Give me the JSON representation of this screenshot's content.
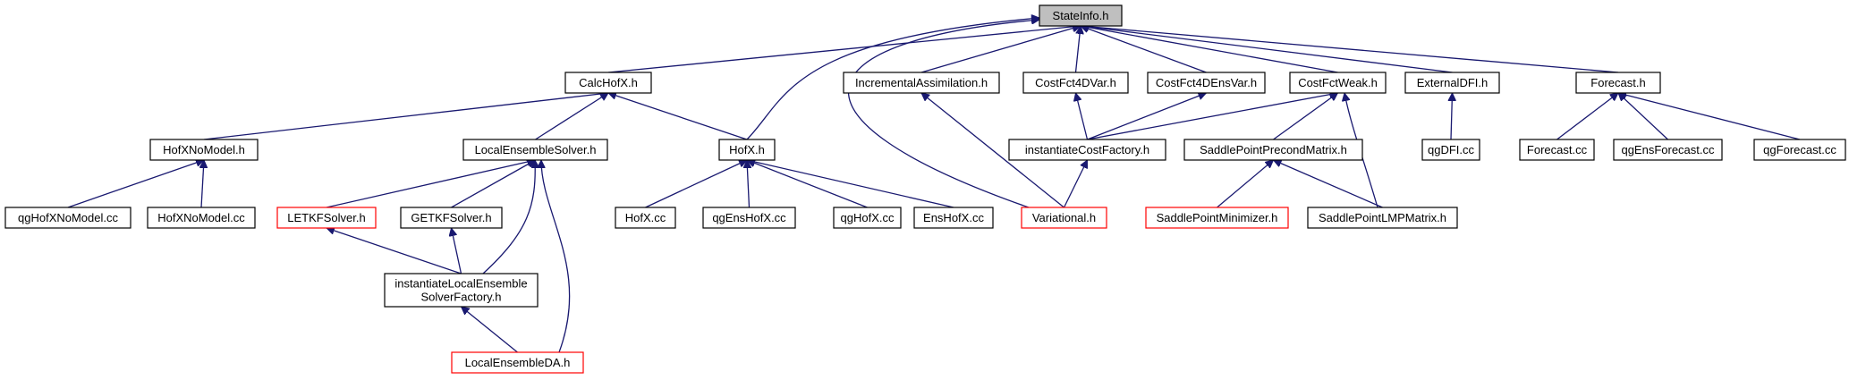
{
  "colors": {
    "edge": "#191970",
    "node_border_default": "#000000",
    "node_border_incomplete": "#ff0000",
    "root_fill": "#bfbfbf",
    "node_fill": "#ffffff"
  },
  "nodes": [
    {
      "id": "stateinfo",
      "lines": [
        "StateInfo.h"
      ],
      "style": "root"
    },
    {
      "id": "calchofx",
      "lines": [
        "CalcHofX.h"
      ],
      "style": "normal"
    },
    {
      "id": "incremental",
      "lines": [
        "IncrementalAssimilation.h"
      ],
      "style": "normal"
    },
    {
      "id": "costfct4dvar",
      "lines": [
        "CostFct4DVar.h"
      ],
      "style": "normal"
    },
    {
      "id": "costfct4densvar",
      "lines": [
        "CostFct4DEnsVar.h"
      ],
      "style": "normal"
    },
    {
      "id": "costfctweak",
      "lines": [
        "CostFctWeak.h"
      ],
      "style": "normal"
    },
    {
      "id": "externaldfi",
      "lines": [
        "ExternalDFI.h"
      ],
      "style": "normal"
    },
    {
      "id": "forecast_h",
      "lines": [
        "Forecast.h"
      ],
      "style": "normal"
    },
    {
      "id": "hofxnomodel_h",
      "lines": [
        "HofXNoModel.h"
      ],
      "style": "normal"
    },
    {
      "id": "localensemblesolver",
      "lines": [
        "LocalEnsembleSolver.h"
      ],
      "style": "normal"
    },
    {
      "id": "hofx_h",
      "lines": [
        "HofX.h"
      ],
      "style": "normal"
    },
    {
      "id": "instcostfactory",
      "lines": [
        "instantiateCostFactory.h"
      ],
      "style": "normal"
    },
    {
      "id": "saddlepointprecond",
      "lines": [
        "SaddlePointPrecondMatrix.h"
      ],
      "style": "normal"
    },
    {
      "id": "qgdfi",
      "lines": [
        "qgDFI.cc"
      ],
      "style": "normal"
    },
    {
      "id": "forecast_cc",
      "lines": [
        "Forecast.cc"
      ],
      "style": "normal"
    },
    {
      "id": "qgensforecast",
      "lines": [
        "qgEnsForecast.cc"
      ],
      "style": "normal"
    },
    {
      "id": "qgforecast",
      "lines": [
        "qgForecast.cc"
      ],
      "style": "normal"
    },
    {
      "id": "qghofxnomodel",
      "lines": [
        "qgHofXNoModel.cc"
      ],
      "style": "normal"
    },
    {
      "id": "hofxnomodel_cc",
      "lines": [
        "HofXNoModel.cc"
      ],
      "style": "normal"
    },
    {
      "id": "letkf",
      "lines": [
        "LETKFSolver.h"
      ],
      "style": "incomplete"
    },
    {
      "id": "getkf",
      "lines": [
        "GETKFSolver.h"
      ],
      "style": "normal"
    },
    {
      "id": "hofx_cc",
      "lines": [
        "HofX.cc"
      ],
      "style": "normal"
    },
    {
      "id": "qgenshofx",
      "lines": [
        "qgEnsHofX.cc"
      ],
      "style": "normal"
    },
    {
      "id": "qghofx",
      "lines": [
        "qgHofX.cc"
      ],
      "style": "normal"
    },
    {
      "id": "enshofx",
      "lines": [
        "EnsHofX.cc"
      ],
      "style": "normal"
    },
    {
      "id": "variational",
      "lines": [
        "Variational.h"
      ],
      "style": "incomplete"
    },
    {
      "id": "saddlepointmin",
      "lines": [
        "SaddlePointMinimizer.h"
      ],
      "style": "incomplete"
    },
    {
      "id": "saddlepointlmp",
      "lines": [
        "SaddlePointLMPMatrix.h"
      ],
      "style": "normal"
    },
    {
      "id": "instlocalens",
      "lines": [
        "instantiateLocalEnsemble",
        "SolverFactory.h"
      ],
      "style": "normal"
    },
    {
      "id": "localensembleda",
      "lines": [
        "LocalEnsembleDA.h"
      ],
      "style": "incomplete"
    }
  ],
  "edges": [
    [
      "calchofx",
      "stateinfo"
    ],
    [
      "hofx_h",
      "stateinfo"
    ],
    [
      "variational",
      "stateinfo"
    ],
    [
      "incremental",
      "stateinfo"
    ],
    [
      "costfct4dvar",
      "stateinfo"
    ],
    [
      "costfct4densvar",
      "stateinfo"
    ],
    [
      "costfctweak",
      "stateinfo"
    ],
    [
      "externaldfi",
      "stateinfo"
    ],
    [
      "forecast_h",
      "stateinfo"
    ],
    [
      "hofxnomodel_h",
      "calchofx"
    ],
    [
      "localensemblesolver",
      "calchofx"
    ],
    [
      "hofx_h",
      "calchofx"
    ],
    [
      "instcostfactory",
      "costfct4dvar"
    ],
    [
      "instcostfactory",
      "costfct4densvar"
    ],
    [
      "instcostfactory",
      "costfctweak"
    ],
    [
      "saddlepointprecond",
      "costfctweak"
    ],
    [
      "saddlepointlmp",
      "costfctweak"
    ],
    [
      "qgdfi",
      "externaldfi"
    ],
    [
      "forecast_cc",
      "forecast_h"
    ],
    [
      "qgensforecast",
      "forecast_h"
    ],
    [
      "qgforecast",
      "forecast_h"
    ],
    [
      "qghofxnomodel",
      "hofxnomodel_h"
    ],
    [
      "hofxnomodel_cc",
      "hofxnomodel_h"
    ],
    [
      "letkf",
      "localensemblesolver"
    ],
    [
      "getkf",
      "localensemblesolver"
    ],
    [
      "instlocalens",
      "localensemblesolver"
    ],
    [
      "localensembleda",
      "localensemblesolver"
    ],
    [
      "hofx_cc",
      "hofx_h"
    ],
    [
      "qgenshofx",
      "hofx_h"
    ],
    [
      "qghofx",
      "hofx_h"
    ],
    [
      "enshofx",
      "hofx_h"
    ],
    [
      "variational",
      "incremental"
    ],
    [
      "variational",
      "instcostfactory"
    ],
    [
      "saddlepointmin",
      "saddlepointprecond"
    ],
    [
      "saddlepointlmp",
      "saddlepointprecond"
    ],
    [
      "instlocalens",
      "letkf"
    ],
    [
      "instlocalens",
      "getkf"
    ],
    [
      "localensembleda",
      "instlocalens"
    ]
  ]
}
